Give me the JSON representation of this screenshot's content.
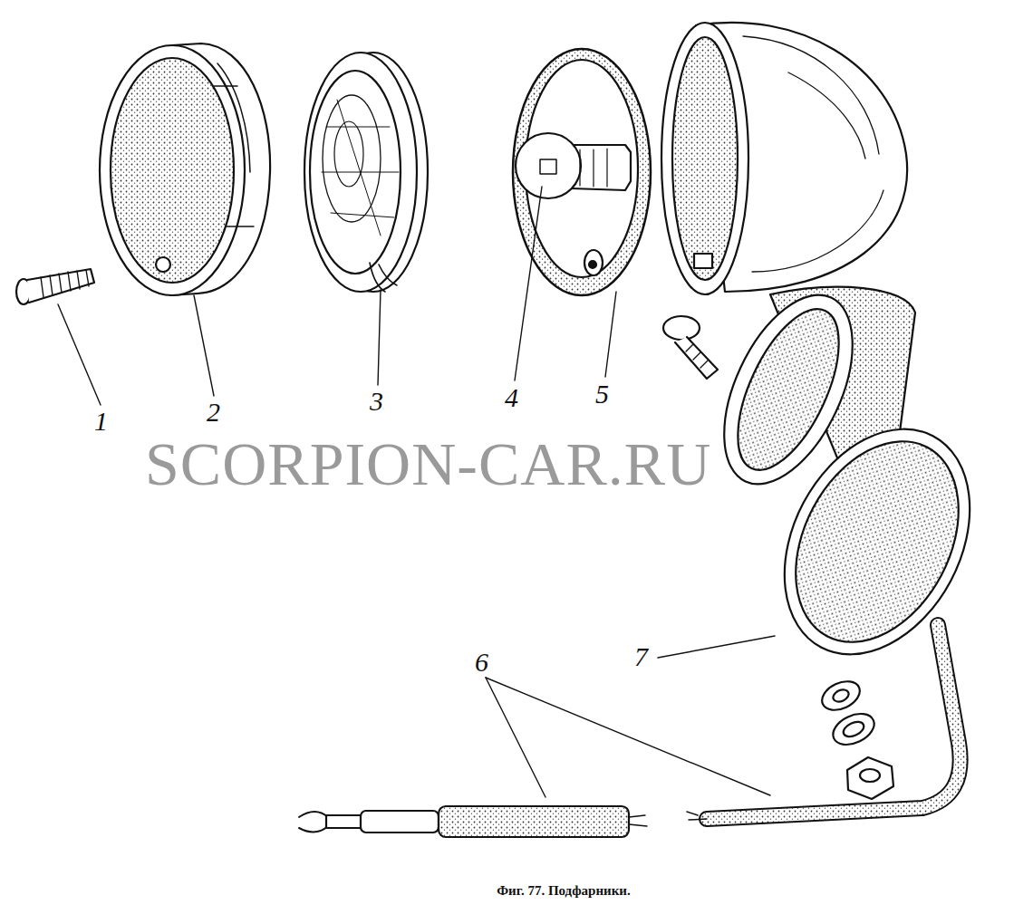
{
  "diagram": {
    "caption": "Фиг. 77. Подфарники.",
    "labels": [
      "1",
      "2",
      "3",
      "4",
      "5",
      "6",
      "7",
      "SCORPION-CAR.RU"
    ]
  }
}
